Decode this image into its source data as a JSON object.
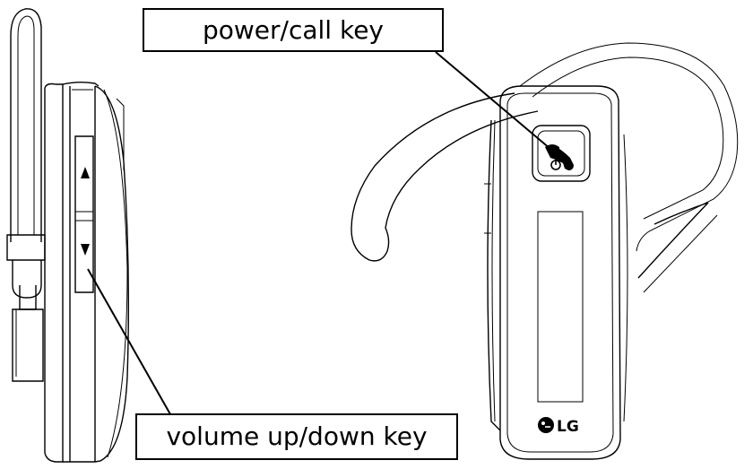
{
  "callouts": {
    "power_call_key": "power/call key",
    "volume_key": "volume up/down key"
  },
  "brand": {
    "logo_text": "LG"
  },
  "icons": {
    "volume_up": "up-arrow-icon",
    "volume_down": "down-arrow-icon",
    "power_call": "phone-power-icon"
  },
  "colors": {
    "line": "#000000",
    "background": "#ffffff"
  }
}
